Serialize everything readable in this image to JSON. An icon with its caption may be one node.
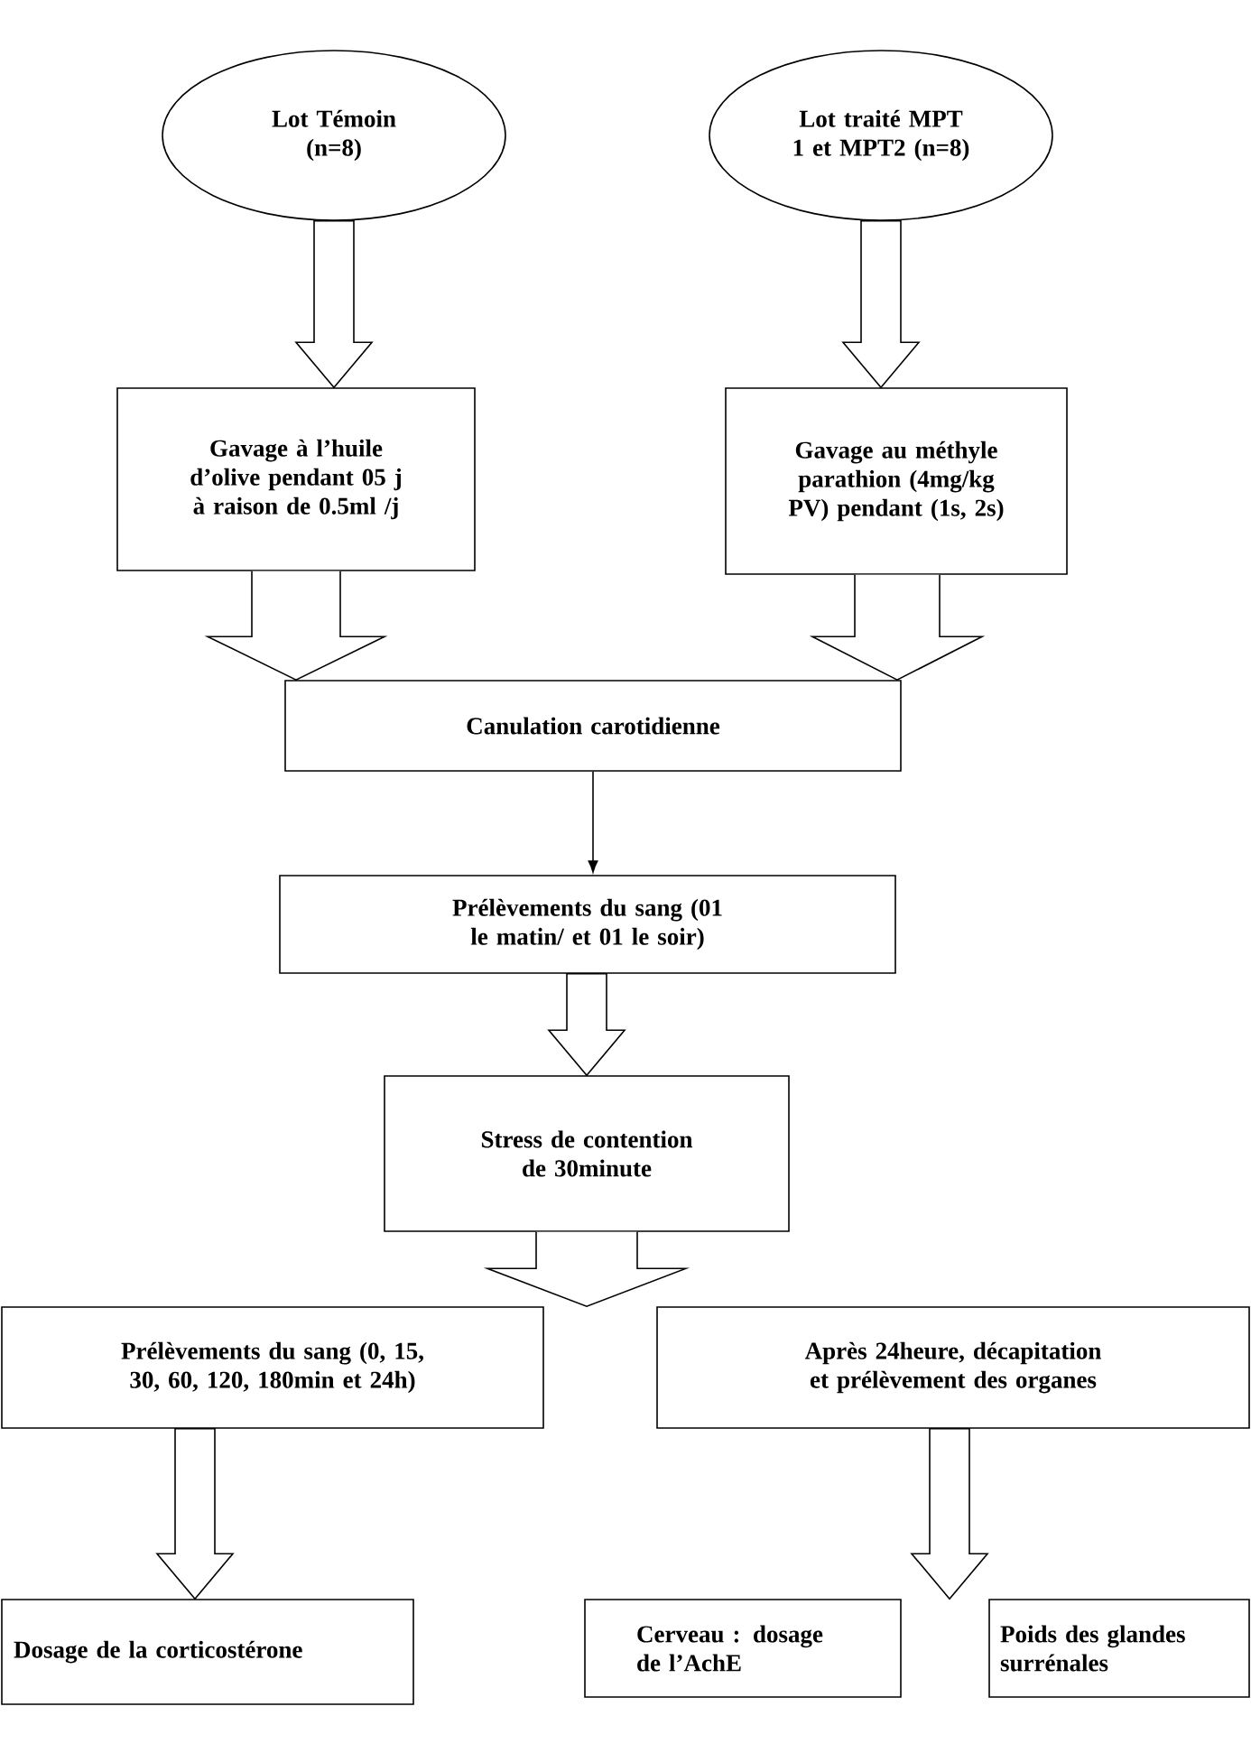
{
  "diagram": {
    "nodes": [
      {
        "text": [
          "Lot Témoin (n=8)"
        ]
      },
      {
        "text": [
          "Lot traité MPT 1 et MPT2 (n=8)"
        ]
      },
      {
        "text": [
          "Gavage à l’huile d’olive pendant 05 j à raison de 0.5ml /j"
        ]
      },
      {
        "text": [
          "Gavage au méthyle parathion (4mg/kg PV) pendant (1s, 2s)"
        ]
      },
      {
        "text": [
          "Canulation carotidienne"
        ]
      },
      {
        "text": [
          "Prélèvements du sang (01 le matin/ et 01 le soir)"
        ]
      },
      {
        "text": [
          "Stress de contention de 30minute"
        ]
      },
      {
        "text": [
          "Prélèvements du sang (0, 15, 30, 60, 120, 180min et 24h)"
        ]
      },
      {
        "text": [
          "Après 24heure, décapitation et prélèvement des organes"
        ]
      },
      {
        "text": [
          "Dosage de la corticostérone"
        ]
      },
      {
        "text": [
          "Cerveau : dosage de l’AchE"
        ]
      },
      {
        "text": [
          "Poids des glandes surrénales"
        ]
      }
    ],
    "edges": [
      {
        "from": 0,
        "to": 2,
        "arrow": "to"
      },
      {
        "from": 1,
        "to": 3,
        "arrow": "to"
      },
      {
        "from": 2,
        "to": 4,
        "arrow": "to"
      },
      {
        "from": 3,
        "to": 4,
        "arrow": "to"
      },
      {
        "from": 4,
        "to": 5,
        "arrow": "to"
      },
      {
        "from": 5,
        "to": 6,
        "arrow": "to"
      },
      {
        "from": 6,
        "to": 7,
        "arrow": "to"
      },
      {
        "from": 6,
        "to": 8,
        "arrow": "to"
      },
      {
        "from": 7,
        "to": 9,
        "arrow": "to"
      },
      {
        "from": 8,
        "to": 10,
        "arrow": "to"
      }
    ]
  }
}
